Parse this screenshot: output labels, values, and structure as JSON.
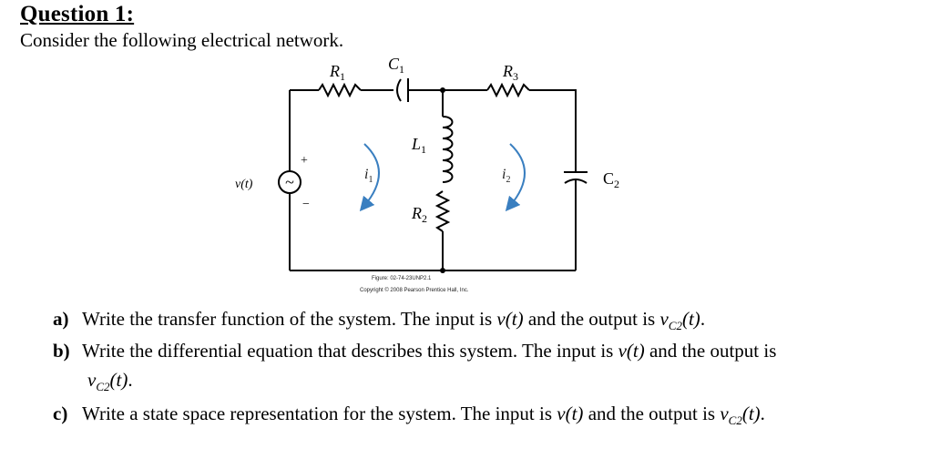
{
  "heading": "Question 1:",
  "intro": "Consider the following electrical network.",
  "figure": {
    "labels": {
      "R1": "R",
      "R1_sub": "1",
      "C1": "C",
      "C1_sub": "1",
      "R3": "R",
      "R3_sub": "3",
      "L1": "L",
      "L1_sub": "1",
      "R2": "R",
      "R2_sub": "2",
      "C2": "C",
      "C2_sub": "2",
      "i1": "i",
      "i1_sub": "1",
      "i2": "i",
      "i2_sub": "2",
      "source": "v(t)",
      "plus": "+",
      "minus": "−",
      "source_symbol": "~"
    },
    "caption": "Figure: 02-74-23UNP2.1",
    "copyright": "Copyright © 2008 Pearson Prentice Hall, Inc."
  },
  "questions": [
    {
      "label": "a)",
      "text": "Write the transfer function of the system. The input is ",
      "input": "v(t)",
      "middle": " and the output is ",
      "output_var": "v",
      "output_sub": "C2",
      "output_arg": "(t)",
      "end": "."
    },
    {
      "label": "b)",
      "text": "Write the differential equation that describes this system. The input is ",
      "input": "v(t)",
      "middle": " and the output is",
      "output_var": "v",
      "output_sub": "C2",
      "output_arg": "(t)",
      "end": "."
    },
    {
      "label": "c)",
      "text": "Write a state space representation for the system. The input is ",
      "input": "v(t)",
      "middle": " and the output is ",
      "output_var": "v",
      "output_sub": "C2",
      "output_arg": "(t)",
      "end": "."
    }
  ],
  "colors": {
    "arrow": "#3a7fc0",
    "wire": "#000000"
  }
}
